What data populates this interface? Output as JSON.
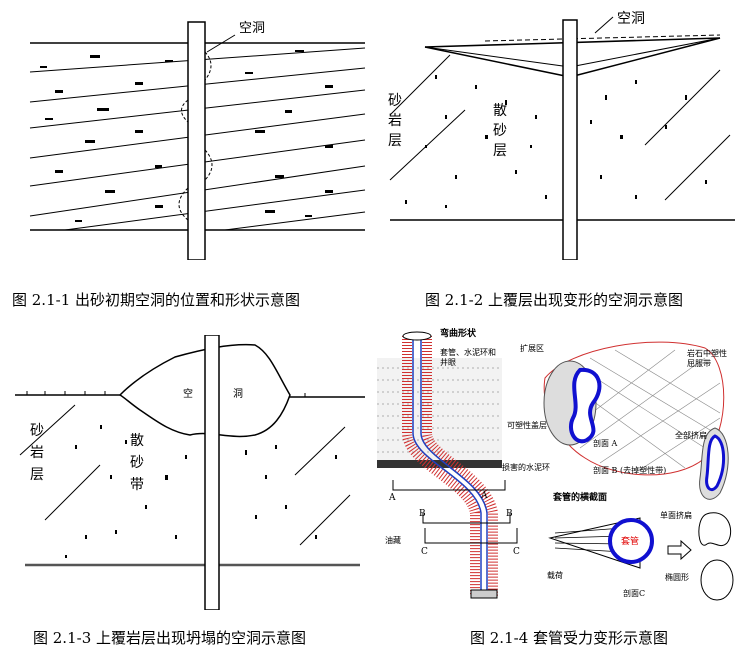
{
  "captions": {
    "fig1": "图 2.1-1 出砂初期空洞的位置和形状示意图",
    "fig2": "图 2.1-2 上覆层出现变形的空洞示意图",
    "fig3": "图 2.1-3 上覆岩层出现坍塌的空洞示意图",
    "fig4": "图 2.1-4 套管受力变形示意图"
  },
  "fig1": {
    "cavity_label": "空洞"
  },
  "fig2": {
    "cavity_label": "空洞",
    "sand_rock_layer": [
      "砂",
      "岩",
      "层"
    ],
    "loose_sand_layer": [
      "散",
      "砂",
      "层"
    ]
  },
  "fig3": {
    "cavity_left": "空",
    "cavity_right": "洞",
    "sand_rock_layer": [
      "砂",
      "岩",
      "层"
    ],
    "loose_sand_zone": [
      "散",
      "砂",
      "带"
    ]
  },
  "fig4": {
    "bend_shape": "弯曲形状",
    "casing_cement": "套管、水泥环和",
    "wellbore": "井眼",
    "expansion_zone": "扩展区",
    "rock_plastic_zone": "岩石中塑性",
    "rock_plastic_zone2": "屈服带",
    "plastic_cover": "可塑性盖层",
    "damaged_cement": "损害的水泥环",
    "section_a": "剖面 A",
    "section_b": "剖面 B (去掉塑性带)",
    "fully_squeezed": "全部挤扁",
    "casing_section": "套管的横截面",
    "single_side_flat": "单面挤扁",
    "casing": "套管",
    "reservoir": "油藏",
    "load": "载荷",
    "section_c": "剖面C",
    "elliptical": "椭圆形",
    "markers": {
      "a": "A",
      "b": "B",
      "c": "C"
    }
  },
  "colors": {
    "casing_blue": "#1010d0",
    "casing_red": "#e00000",
    "cement_red": "#d03030"
  }
}
